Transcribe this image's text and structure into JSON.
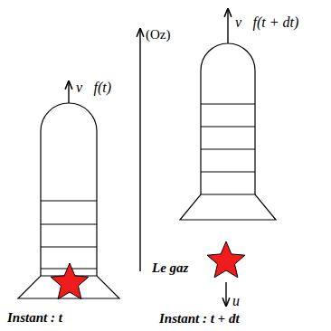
{
  "diagram": {
    "labels": [
      "(Oz)",
      "v⃗f(t)",
      "v⃗f(t + dt)",
      "Le gaz",
      "u⃗",
      "Instant : t",
      "Instant : t + dt"
    ]
  }
}
